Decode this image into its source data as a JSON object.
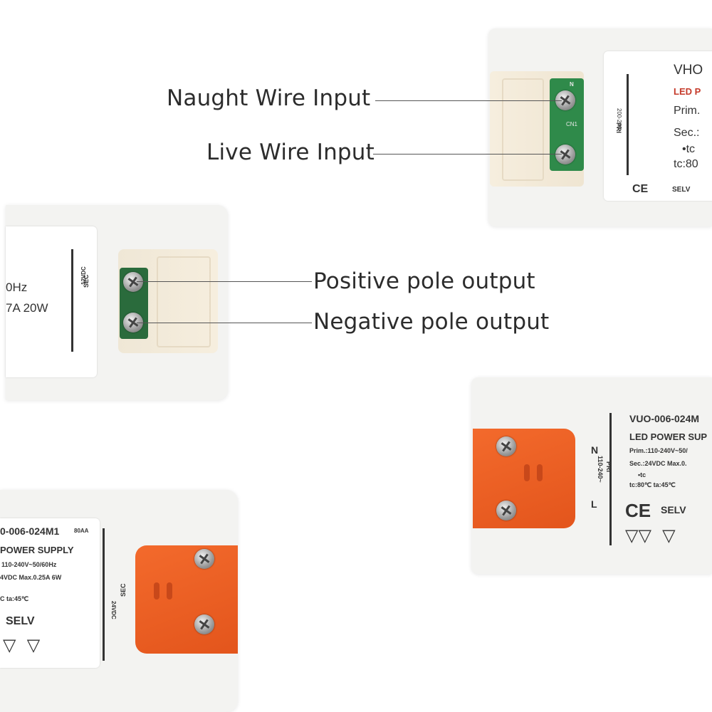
{
  "callouts": {
    "naught": "Naught Wire Input",
    "live": "Live Wire Input",
    "positive": "Positive pole output",
    "negative": "Negative pole output"
  },
  "device_top_right": {
    "brand": "VHO",
    "line1": "LED P",
    "line2": "Prim.",
    "line3": "Sec.:",
    "line4": "•tc",
    "line5": "tc:80",
    "pri": "PRI",
    "pri_range": "200-240~",
    "n_mark": "N",
    "cn1": "CN1",
    "ce": "CE",
    "selv": "SELV"
  },
  "device_mid_left": {
    "freq": "0Hz",
    "rating": "7A 20W",
    "sec": "SEC",
    "vdc": "12VDC"
  },
  "device_bottom_right": {
    "model": "VUO-006-024M",
    "line1": "LED POWER SUP",
    "prim": "Prim.:110-240V~50/",
    "sec": "Sec.:24VDC Max.0.",
    "tc_mark": "•tc",
    "tc": "tc:80℃  ta:45℃",
    "pri": "PRI",
    "pri_range": "110-240~",
    "n_mark": "N",
    "l_mark": "L",
    "ce": "CE",
    "selv": "SELV"
  },
  "device_bottom_left": {
    "model": "0-006-024M1",
    "batch": "80AA",
    "line1": "POWER SUPPLY",
    "prim": "110-240V~50/60Hz",
    "sec": "4VDC Max.0.25A 6W",
    "tc": "C   ta:45℃",
    "selv": "SELV",
    "sec_side": "SEC",
    "vdc": "24VDC"
  },
  "colors": {
    "orange_block": "#e95c22",
    "pcb_green": "#2f8a4a",
    "housing": "#f3f3f1"
  }
}
